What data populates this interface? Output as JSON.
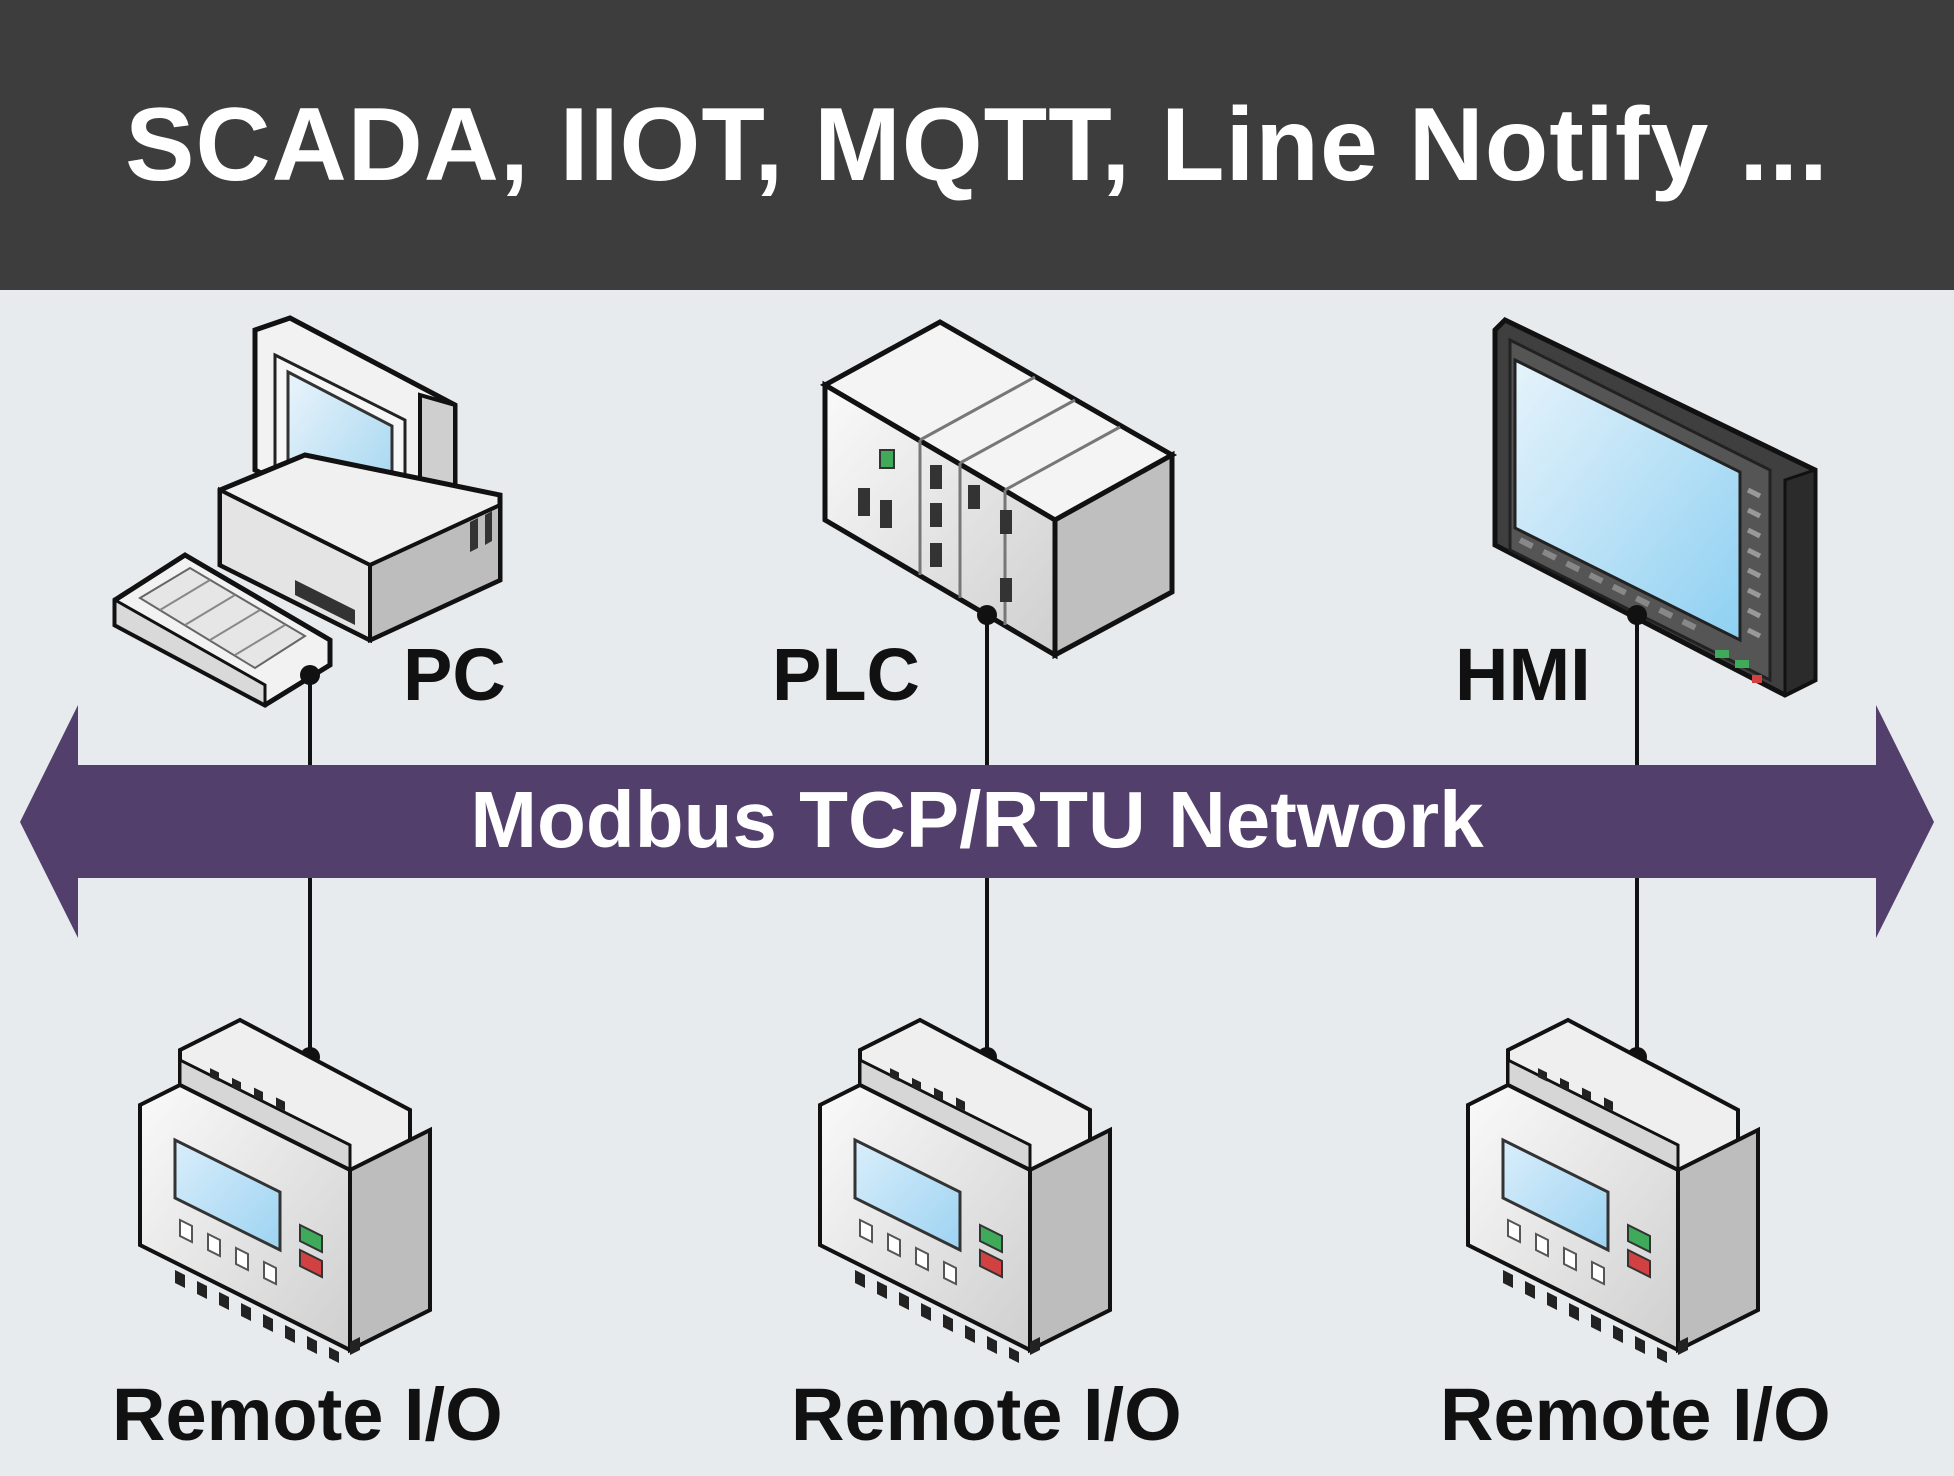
{
  "header": {
    "title": "SCADA, IIOT, MQTT, Line Notify ..."
  },
  "devices": {
    "pc": {
      "label": "PC",
      "icon": "desktop-computer-icon"
    },
    "plc": {
      "label": "PLC",
      "icon": "plc-rack-icon"
    },
    "hmi": {
      "label": "HMI",
      "icon": "touch-panel-icon"
    }
  },
  "network": {
    "label": "Modbus TCP/RTU Network",
    "color": "#523f6b"
  },
  "remote_io": [
    {
      "label": "Remote I/O",
      "icon": "remote-io-module-icon"
    },
    {
      "label": "Remote I/O",
      "icon": "remote-io-module-icon"
    },
    {
      "label": "Remote I/O",
      "icon": "remote-io-module-icon"
    }
  ],
  "colors": {
    "header_bg": "#3d3d3d",
    "background": "#e8ebee"
  }
}
